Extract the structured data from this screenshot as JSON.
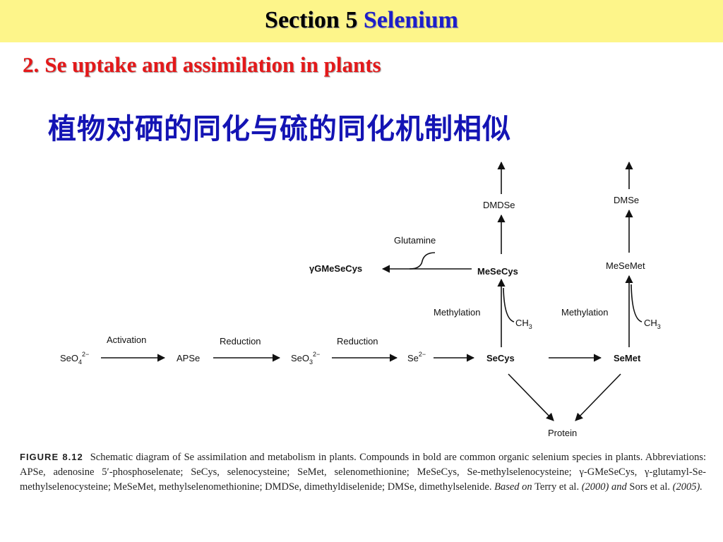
{
  "header": {
    "section_label": "Section 5",
    "section_topic": "Selenium"
  },
  "subtitle": {
    "number": "2.",
    "text": "Se uptake and assimilation in plants"
  },
  "chinese_statement": "植物对硒的同化与硫的同化机制相似",
  "colors": {
    "banner_background": "#fdf58a",
    "section_topic": "#1d1ec8",
    "subtitle": "#e4191a",
    "chinese_statement": "#1414b4"
  },
  "diagram": {
    "compounds": {
      "seo4": {
        "base": "SeO",
        "sub": "4",
        "sup": "2−"
      },
      "apse": "APSe",
      "seo3": {
        "base": "SeO",
        "sub": "3",
        "sup": "2−"
      },
      "se2": {
        "base": "Se",
        "sup": "2−"
      },
      "secys": "SeCys",
      "semet": "SeMet",
      "protein": "Protein",
      "mesecys": "MeSeCys",
      "mesemet": "MeSeMet",
      "dmdse": "DMDSe",
      "dmse": "DMSe",
      "gmesecys": "γGMeSeCys",
      "glutamine": "Glutamine"
    },
    "step_labels": {
      "activation": "Activation",
      "reduction_1": "Reduction",
      "reduction_2": "Reduction",
      "methylation_1": "Methylation",
      "methylation_2": "Methylation"
    },
    "methyl_group": {
      "base": "CH",
      "sub": "3"
    }
  },
  "caption": {
    "label": "FIGURE 8.12",
    "text": "Schematic diagram of Se assimilation and metabolism in plants. Compounds in bold are common organic selenium species in plants. Abbreviations: APSe, adenosine 5′-phosphoselenate; SeCys, selenocysteine; SeMet, selenomethionine; MeSeCys, Se-methylselenocysteine; γ-GMeSeCys, γ-glutamyl-Se-methylselenocysteine; MeSeMet, methylselenomethionine; DMDSe, dimethyldiselenide; DMSe, dimethylselenide.",
    "source_1": "Based on",
    "author_1": "Terry",
    "etal_1": "et al.",
    "year_1": "(2000) and",
    "author_2": "Sors",
    "etal_2": "et al.",
    "year_2": "(2005)."
  }
}
